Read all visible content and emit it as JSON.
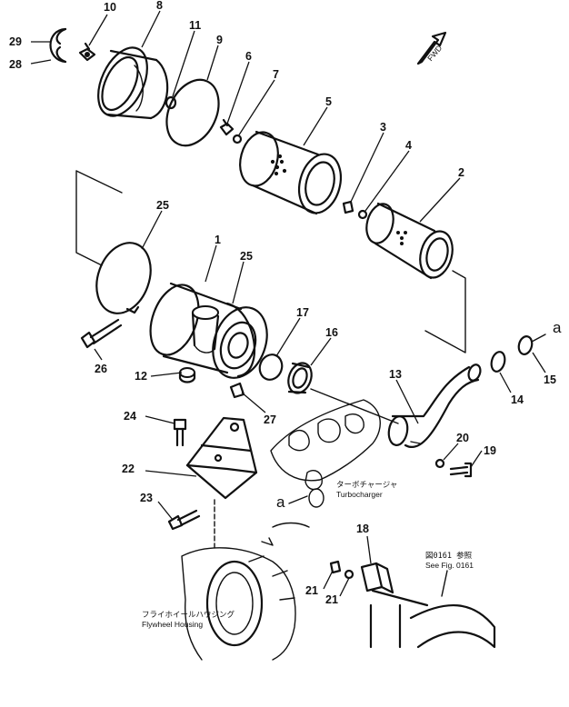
{
  "callouts": [
    {
      "id": "c1",
      "label": "1"
    },
    {
      "id": "c2",
      "label": "2"
    },
    {
      "id": "c3",
      "label": "3"
    },
    {
      "id": "c4",
      "label": "4"
    },
    {
      "id": "c5",
      "label": "5"
    },
    {
      "id": "c6",
      "label": "6"
    },
    {
      "id": "c7",
      "label": "7"
    },
    {
      "id": "c8",
      "label": "8"
    },
    {
      "id": "c9",
      "label": "9"
    },
    {
      "id": "c10",
      "label": "10"
    },
    {
      "id": "c11",
      "label": "11"
    },
    {
      "id": "c12",
      "label": "12"
    },
    {
      "id": "c13",
      "label": "13"
    },
    {
      "id": "c14",
      "label": "14"
    },
    {
      "id": "c15",
      "label": "15"
    },
    {
      "id": "c16",
      "label": "16"
    },
    {
      "id": "c17",
      "label": "17"
    },
    {
      "id": "c18",
      "label": "18"
    },
    {
      "id": "c19",
      "label": "19"
    },
    {
      "id": "c20",
      "label": "20"
    },
    {
      "id": "c21a",
      "label": "21"
    },
    {
      "id": "c21b",
      "label": "21"
    },
    {
      "id": "c22",
      "label": "22"
    },
    {
      "id": "c23",
      "label": "23"
    },
    {
      "id": "c24",
      "label": "24"
    },
    {
      "id": "c25a",
      "label": "25"
    },
    {
      "id": "c25b",
      "label": "25"
    },
    {
      "id": "c26",
      "label": "26"
    },
    {
      "id": "c27",
      "label": "27"
    },
    {
      "id": "c28",
      "label": "28"
    },
    {
      "id": "c29",
      "label": "29"
    }
  ],
  "markers": {
    "connection_a": "a"
  },
  "notes": {
    "turbocharger_jp": "ターボチャージャ",
    "turbocharger_en": "Turbocharger",
    "flywheel_jp": "フライホイールハウジング",
    "flywheel_en": "Flywheel Housing",
    "see_fig_jp": "図0161 参照",
    "see_fig_en": "See Fig. 0161"
  },
  "fwd_label": "FWD"
}
